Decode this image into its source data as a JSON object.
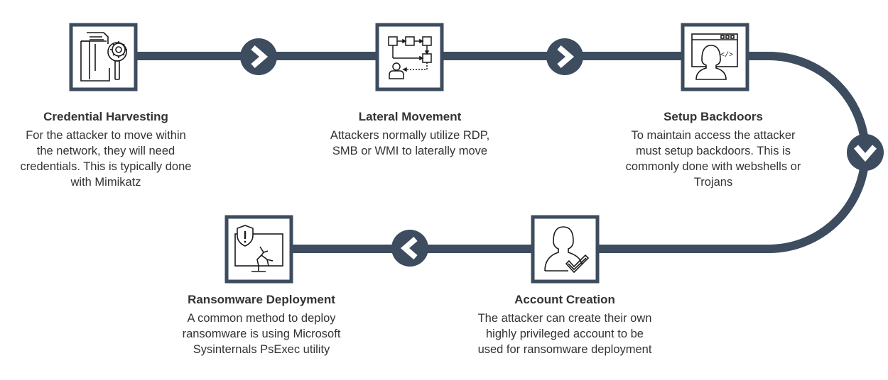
{
  "colors": {
    "line": "#3d4c5e",
    "box_border": "#3d4c5e",
    "box_fill": "#ffffff",
    "icon_stroke": "#1a1a1a",
    "text": "#333333"
  },
  "steps": [
    {
      "title": "Credential Harvesting",
      "description": "For the attacker to move within the network, they will need credentials. This is typically done with Mimikatz",
      "icon": "credential-harvest-icon"
    },
    {
      "title": "Lateral Movement",
      "description": "Attackers normally utilize RDP, SMB or WMI to laterally move",
      "icon": "lateral-movement-icon"
    },
    {
      "title": "Setup Backdoors",
      "description": "To maintain access the attacker must setup backdoors. This is commonly done with webshells or Trojans",
      "icon": "backdoor-icon"
    },
    {
      "title": "Account Creation",
      "description": "The attacker can create their own highly privileged account to be used for ransomware deployment",
      "icon": "account-creation-icon"
    },
    {
      "title": "Ransomware Deployment",
      "description": "A common method to deploy ransomware is using Microsoft Sysinternals PsExec utility",
      "icon": "ransomware-deployment-icon"
    }
  ],
  "connectors": [
    {
      "direction": "right",
      "icon": "chevron-right-icon"
    },
    {
      "direction": "right",
      "icon": "chevron-right-icon"
    },
    {
      "direction": "down",
      "icon": "chevron-down-icon"
    },
    {
      "direction": "left",
      "icon": "chevron-left-icon"
    }
  ]
}
